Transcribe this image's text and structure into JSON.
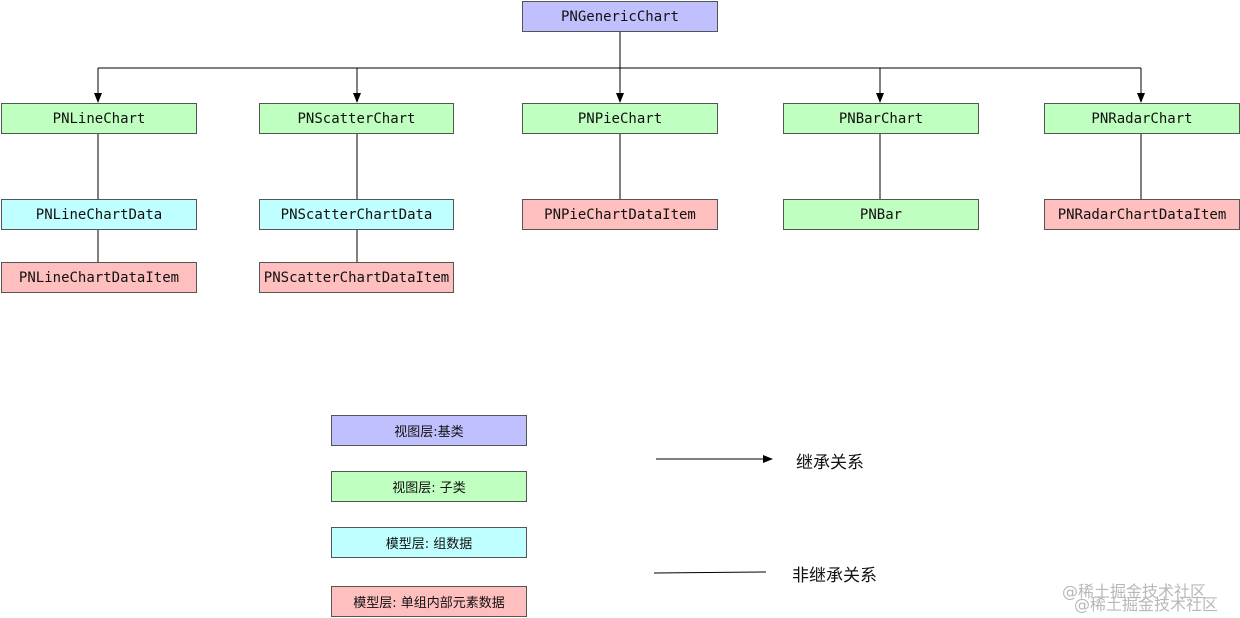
{
  "colors": {
    "base_view": "#c0c0ff",
    "sub_view": "#bfffbf",
    "group_model": "#bfffff",
    "item_model": "#ffbfbf",
    "line": "#000000"
  },
  "nodes": {
    "generic_chart": "PNGenericChart",
    "line_chart": "PNLineChart",
    "scatter_chart": "PNScatterChart",
    "pie_chart": "PNPieChart",
    "bar_chart": "PNBarChart",
    "radar_chart": "PNRadarChart",
    "line_chart_data": "PNLineChartData",
    "scatter_chart_data": "PNScatterChartData",
    "pie_chart_data_item": "PNPieChartDataItem",
    "bar": "PNBar",
    "radar_chart_data_item": "PNRadarChartDataItem",
    "line_chart_data_item": "PNLineChartDataItem",
    "scatter_chart_data_item": "PNScatterChartDataItem"
  },
  "legend": {
    "base_view": "视图层:基类",
    "sub_view": "视图层: 子类",
    "group_model": "模型层: 组数据",
    "item_model": "模型层: 单组内部元素数据",
    "inheritance": "继承关系",
    "non_inheritance": "非继承关系"
  },
  "watermark": {
    "line1": "@稀土掘金技术社区",
    "line2": "@稀土掘金技术社区"
  }
}
